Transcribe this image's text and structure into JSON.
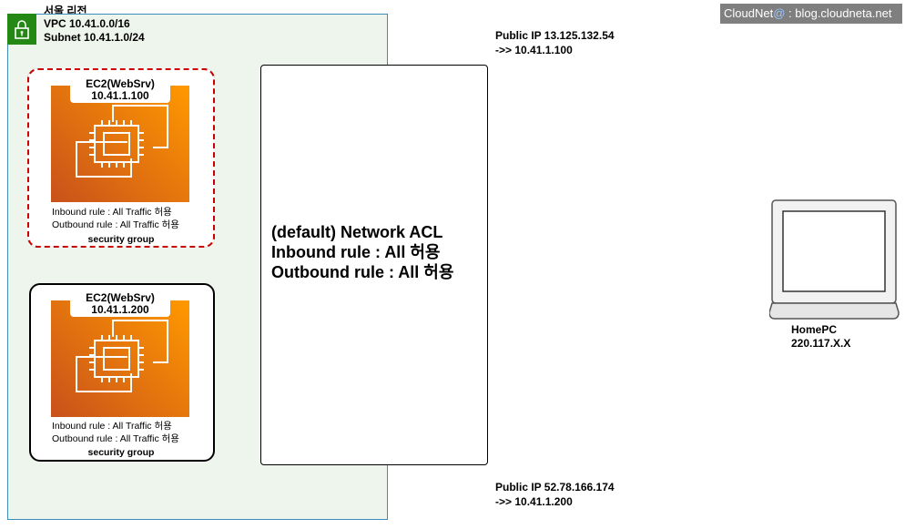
{
  "region": {
    "label": "서울 리전"
  },
  "vpc": {
    "line1": "VPC 10.41.0.0/16",
    "line2": "Subnet 10.41.1.0/24",
    "icon": "lock-icon"
  },
  "instances": [
    {
      "name": "EC2(WebSrv)",
      "ip": "10.41.1.100",
      "inbound": "Inbound rule : All Traffic 허용",
      "outbound": "Outbound rule : All Traffic 허용",
      "group": "security group"
    },
    {
      "name": "EC2(WebSrv)",
      "ip": "10.41.1.200",
      "inbound": "Inbound rule : All Traffic 허용",
      "outbound": "Outbound rule : All Traffic 허용",
      "group": "security group"
    }
  ],
  "acl": {
    "line1": "(default) Network ACL",
    "line2": "Inbound rule : All 허용",
    "line3": "Outbound rule : All 허용"
  },
  "public_ips": [
    {
      "line1": "Public IP 13.125.132.54",
      "line2": "->> 10.41.1.100"
    },
    {
      "line1": "Public IP 52.78.166.174",
      "line2": "->> 10.41.1.200"
    }
  ],
  "home": {
    "name": "HomePC",
    "ip": "220.117.X.X",
    "icon": "laptop-icon"
  },
  "watermark": {
    "brand": "CloudNet",
    "at": "@",
    "site": " : blog.cloudneta.net"
  }
}
